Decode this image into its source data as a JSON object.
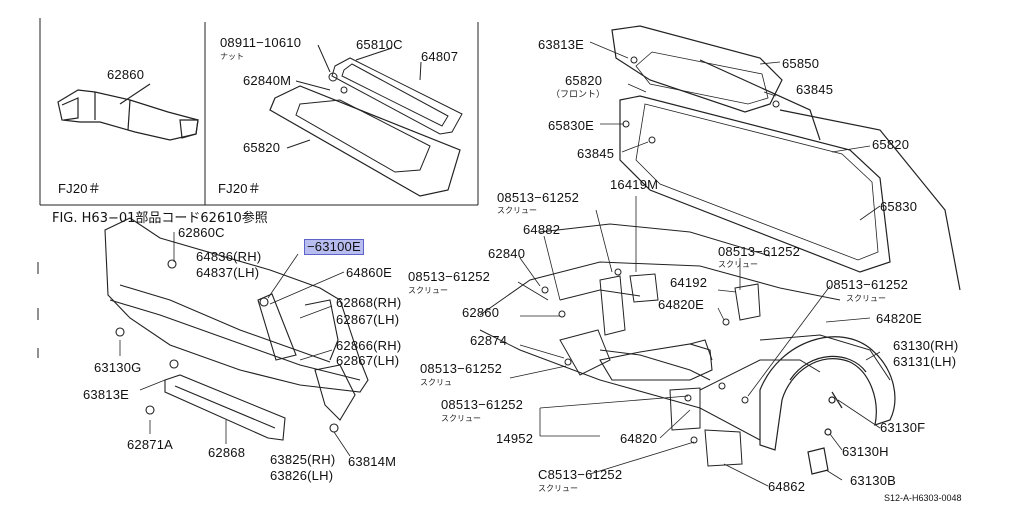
{
  "top_left_box": {
    "part_62860": "62860",
    "engine_left": "FJ20＃"
  },
  "top_mid_box": {
    "part_08911": "08911−10610",
    "nut_note": "ナット",
    "part_65810C": "65810C",
    "part_64807": "64807",
    "part_62840M": "62840M",
    "part_65820_inset": "65820",
    "engine_mid": "FJ20＃"
  },
  "fig_note": "FIG. H63−01部品コード62610参照",
  "highlight_label": "−63100E",
  "labels": {
    "l_62860C": "62860C",
    "l_64836": "64836(RH)",
    "l_64837": "64837(LH)",
    "l_64860E": "64860E",
    "l_62868": "62868(RH)",
    "l_62867a": "62867(LH)",
    "l_62866": "62866(RH)",
    "l_62867b": "62867(LH)",
    "l_63130G": "63130G",
    "l_63813E_low": "63813E",
    "l_62871A": "62871A",
    "l_62868_low": "62868",
    "l_63825": "63825(RH)",
    "l_63826": "63826(LH)",
    "l_63814M": "63814M",
    "l_63813E_top": "63813E",
    "l_65850": "65850",
    "l_65820_top": "65820",
    "l_front": "（フロント）",
    "l_63845a": "63845",
    "l_65830E": "65830E",
    "l_63845b": "63845",
    "l_65820_hood": "65820",
    "l_65830": "65830",
    "l_08513_a": "08513−61252",
    "l_16419M": "16419M",
    "l_64882": "64882",
    "l_62840": "62840",
    "l_08513_b": "08513−61252",
    "l_08513_c": "08513−61252",
    "l_64192": "64192",
    "l_64820E_a": "64820E",
    "l_08513_d": "08513−61252",
    "l_62860": "62860",
    "l_64820E_b": "64820E",
    "l_62874": "62874",
    "l_63130RH": "63130(RH)",
    "l_63131LH": "63131(LH)",
    "l_08513_e": "08513−61252",
    "l_08513_f": "08513−61252",
    "l_14952": "14952",
    "l_64820": "64820",
    "l_63130F": "63130F",
    "l_63130H": "63130H",
    "l_08513_g": "C8513−61252",
    "l_64862": "64862",
    "l_63130B": "63130B"
  },
  "screw_notes": {
    "s_a": "スクリュー",
    "s_b": "スクリュー",
    "s_c": "スクリュー",
    "s_d": "スクリュー",
    "s_e": "スクリュ",
    "s_f": "スクリュー",
    "s_g": "スクリュー"
  },
  "ref_code": "S12-A-H6303-0048"
}
